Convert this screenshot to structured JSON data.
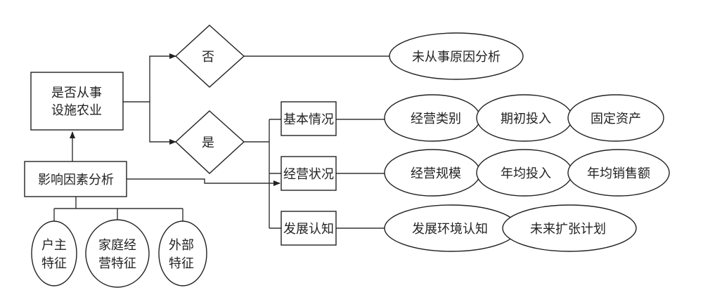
{
  "diagram": {
    "decision_box": {
      "lines": [
        "是否从事",
        "设施农业"
      ]
    },
    "factor_box": {
      "label": "影响因素分析"
    },
    "factors": [
      {
        "lines": [
          "户主",
          "特征"
        ]
      },
      {
        "lines": [
          "家庭经",
          "营特征"
        ]
      },
      {
        "lines": [
          "外部",
          "特征"
        ]
      }
    ],
    "branch_no": {
      "label": "否",
      "outcome": "未从事原因分析"
    },
    "branch_yes": {
      "label": "是"
    },
    "categories": [
      {
        "label": "基本情况",
        "items": [
          "经营类别",
          "期初投入",
          "固定资产"
        ]
      },
      {
        "label": "经营状况",
        "items": [
          "经营规模",
          "年均投入",
          "年均销售额"
        ]
      },
      {
        "label": "发展认知",
        "items": [
          "发展环境认知",
          "未来扩张计划"
        ]
      }
    ]
  }
}
